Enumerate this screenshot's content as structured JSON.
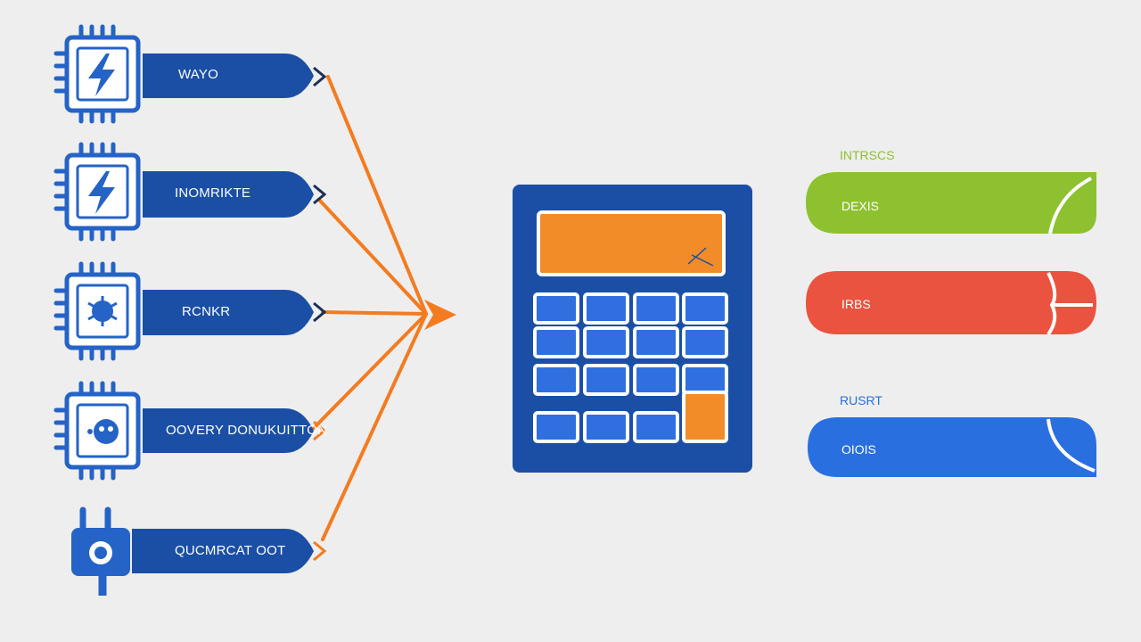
{
  "colors": {
    "background": "#eeeeee",
    "primary_blue": "#1a4fa5",
    "chip_blue": "#2563c7",
    "arrow_orange": "#f47b20",
    "display_orange": "#f28c28",
    "key_blue": "#2f6fe0",
    "green": "#8dc12f",
    "red": "#e9533f",
    "bright_blue": "#2a6fe0"
  },
  "inputs": [
    {
      "label": "WAYO",
      "icon": "lightning-chip-icon"
    },
    {
      "label": "INOMRIKTE",
      "icon": "lightning-chip-icon"
    },
    {
      "label": "RCNKR",
      "icon": "bug-chip-icon"
    },
    {
      "label": "OOVERY DONUKUITTON",
      "icon": "face-chip-icon"
    },
    {
      "label": "QUCMRCAT OOT",
      "icon": "plug-icon"
    }
  ],
  "processor": {
    "icon": "calculator-icon"
  },
  "outputs": [
    {
      "caption": "INTRSCS",
      "label": "DEXIS",
      "color": "green"
    },
    {
      "caption": "",
      "label": "IRBS",
      "color": "red"
    },
    {
      "caption": "RUSRT",
      "label": "OIOIS",
      "color": "blue"
    }
  ]
}
